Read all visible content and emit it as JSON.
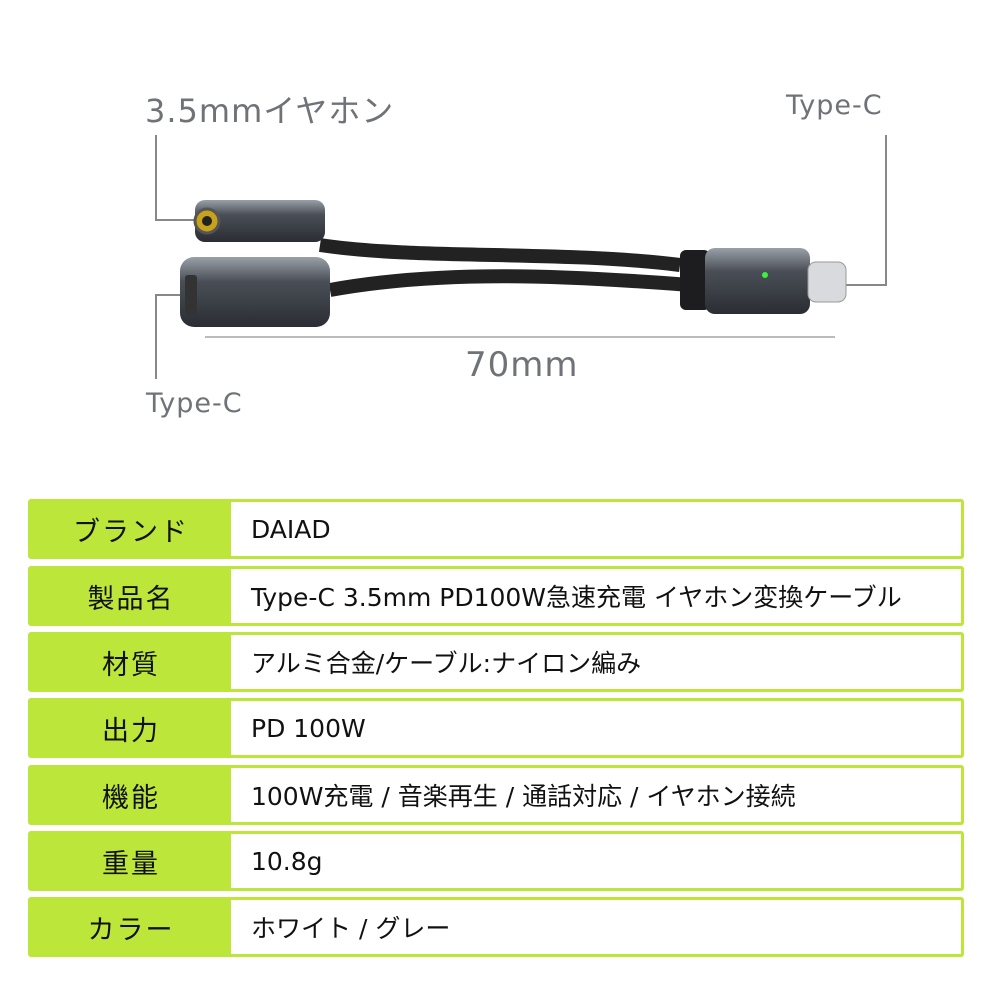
{
  "diagram": {
    "label_audio": "3.5mmイヤホン",
    "label_typec_right": "Type-C",
    "label_typec_left": "Type-C",
    "dimension": "70mm"
  },
  "specs": [
    {
      "key": "ブランド",
      "value": "DAIAD"
    },
    {
      "key": "製品名",
      "value": "Type-C 3.5mm PD100W急速充電 イヤホン変換ケーブル"
    },
    {
      "key": "材質",
      "value": "アルミ合金/ケーブル:ナイロン編み"
    },
    {
      "key": "出力",
      "value": "PD 100W"
    },
    {
      "key": "機能",
      "value": "100W充電 / 音楽再生 / 通話対応 / イヤホン接続"
    },
    {
      "key": "重量",
      "value": "10.8g"
    },
    {
      "key": "カラー",
      "value": "ホワイト / グレー"
    }
  ],
  "colors": {
    "accent": "#bce63a",
    "label_text": "#6f7277"
  }
}
